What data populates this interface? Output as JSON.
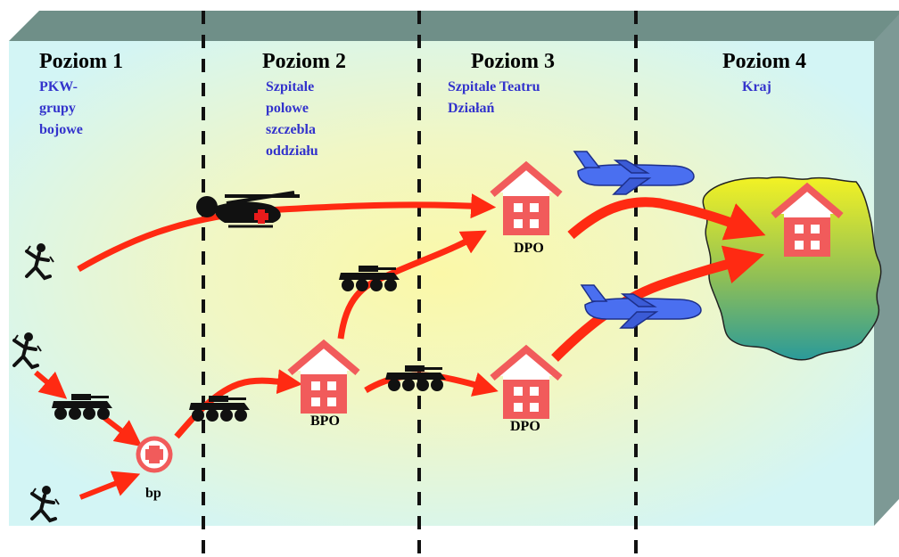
{
  "levels": [
    {
      "title": "Poziom 1",
      "lines": [
        "PKW-",
        "grupy",
        "bojowe"
      ]
    },
    {
      "title": "Poziom 2",
      "lines": [
        "Szpitale",
        "polowe",
        "szczebla",
        "oddziału"
      ]
    },
    {
      "title": "Poziom 3",
      "lines": [
        "Szpitale Teatru",
        "Działań"
      ]
    },
    {
      "title": "Poziom 4",
      "lines": [
        "Kraj"
      ]
    }
  ],
  "nodes": {
    "bp": "bp",
    "bpo": "BPO",
    "dpo_upper": "DPO",
    "dpo_lower": "DPO"
  },
  "colors": {
    "box_front": "#d6f6f4",
    "box_center_glow": "#fbf8a8",
    "box_top": "#6f8f88",
    "box_side": "#7d9995",
    "arrow": "#ff2a12",
    "hospital": "#f15b5b",
    "aircraft": "#4a6ff0",
    "level_subtitle": "#3333cc"
  },
  "icons": [
    "soldier-icon",
    "tank-icon",
    "helicopter-icon",
    "airplane-icon",
    "hospital-icon",
    "aid-post-icon",
    "poland-map-icon"
  ]
}
